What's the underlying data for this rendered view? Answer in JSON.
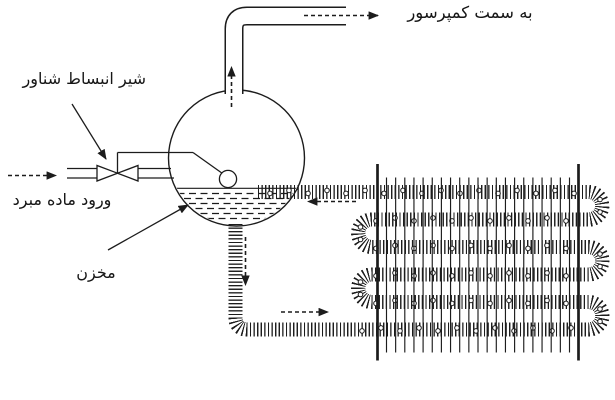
{
  "diagram": {
    "labels": {
      "to_compressor": "به سمت کمپرسور",
      "expansion_valve": "شیر انبساط شناور",
      "refrigerant_inlet": "ورود ماده مبرد",
      "tank": "مخزن"
    },
    "colors": {
      "line": "#1c1c1c",
      "background": "#ffffff"
    }
  }
}
